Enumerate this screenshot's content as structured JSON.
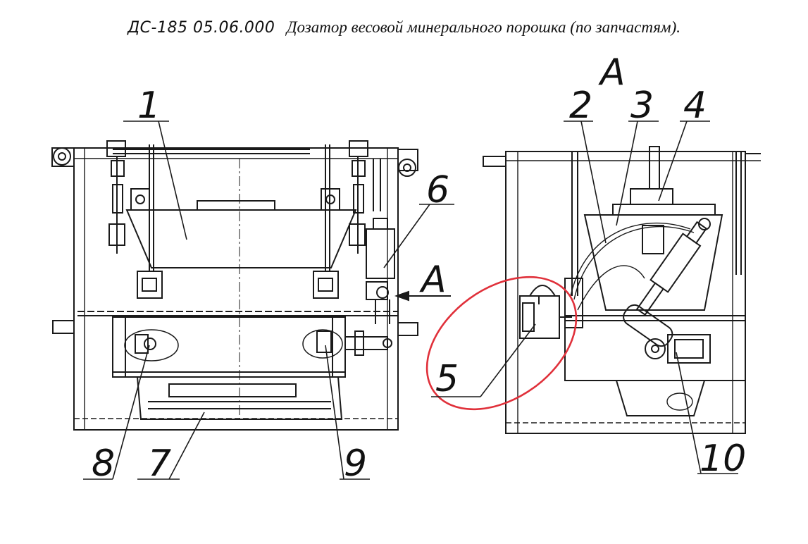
{
  "title": {
    "code": "ДС-185 05.06.000",
    "name": "Дозатор весовой минерального порошка (по запчастям)."
  },
  "view_label": "А",
  "arrow_label": "А",
  "callouts": {
    "c1": "1",
    "c2": "2",
    "c3": "3",
    "c4": "4",
    "c5": "5",
    "c6": "6",
    "c7": "7",
    "c8": "8",
    "c9": "9",
    "c10": "10"
  },
  "colors": {
    "line": "#1a1a1a",
    "highlight": "#e0303a"
  }
}
